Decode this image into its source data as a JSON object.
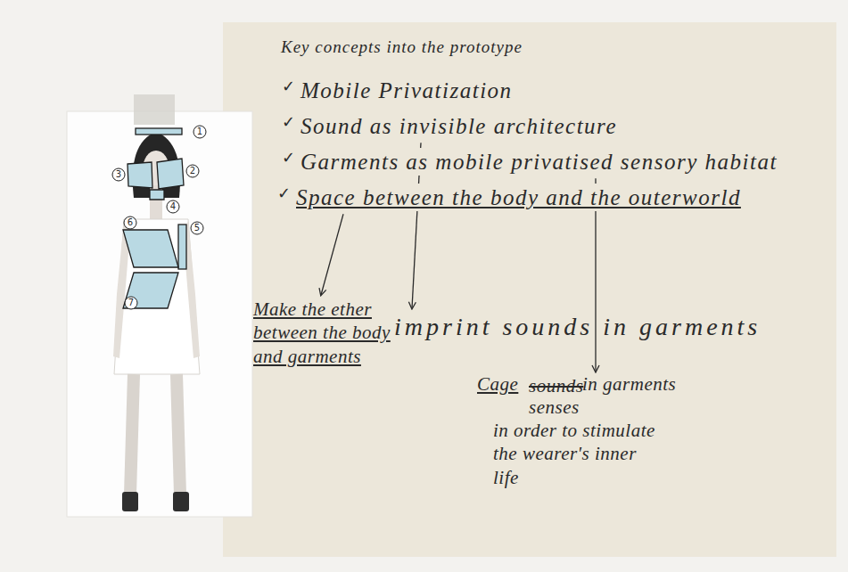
{
  "diagram": {
    "title": "Key concepts into the prototype",
    "nodes": [
      {
        "text": [
          "Mobile Privatization"
        ]
      },
      {
        "text": [
          "Sound as invisible architecture"
        ]
      },
      {
        "text": [
          "Garments as mobile privatised sensory habitat"
        ]
      },
      {
        "text": [
          "Space between the body and the outerworld"
        ]
      },
      {
        "text": [
          "Make the ether between the body and garments"
        ]
      },
      {
        "text": [
          "imprint sounds in garments"
        ]
      },
      {
        "text": [
          "Cage",
          "sounds",
          "in garments",
          "senses",
          "in order to stimulate the wearer's inner life"
        ]
      }
    ],
    "edges": [
      {
        "from": 1,
        "to": 5,
        "arrow": "to"
      },
      {
        "from": 2,
        "to": 6,
        "arrow": "to"
      },
      {
        "from": 3,
        "to": 4,
        "arrow": "to"
      }
    ],
    "labels": [
      "✓",
      "✓",
      "✓",
      "✓",
      "1",
      "2",
      "3",
      "4",
      "5",
      "6",
      "7"
    ]
  }
}
